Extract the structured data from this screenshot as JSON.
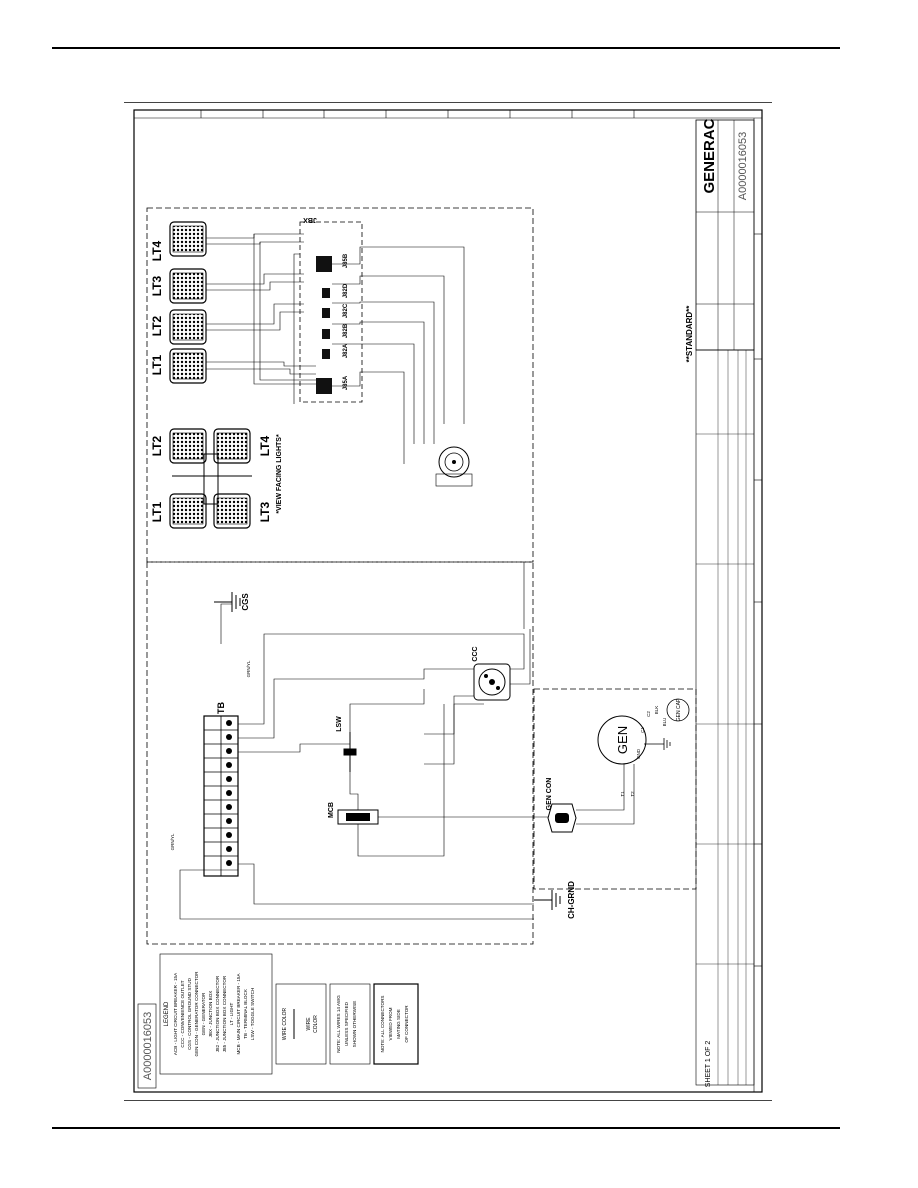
{
  "drawing_number": "A0000016053",
  "title_block": {
    "brand": "GENERAC",
    "standard_note": "**STANDARD**",
    "sheet": "SHEET 1 OF 2"
  },
  "lights": {
    "top_row": [
      "LT4",
      "LT3",
      "LT2",
      "LT1"
    ],
    "view_pair_left": [
      "LT2",
      "LT4"
    ],
    "view_pair_right": [
      "LT1",
      "LT3"
    ],
    "view_caption": "*VIEW FACING LIGHTS*"
  },
  "light_connectors": {
    "box_label": "JBX",
    "connectors": [
      "J85B",
      "J82D",
      "J82C",
      "J82B",
      "J82A",
      "J85A"
    ]
  },
  "components": {
    "terminal_block": "TB",
    "ccc": "CCC",
    "cgs": "CGS",
    "gen_con": "GEN CON",
    "mcb": "MCB",
    "generator": "GEN",
    "gen_cap": "GEN CAP",
    "chassis_ground": "CH-GRND",
    "light_switch": "LSW"
  },
  "legend": {
    "title": "LEGEND",
    "items": [
      "ACB - LIGHT CIRCUIT BREAKER - 15A",
      "CCC - CONVENIENCE OUTLET",
      "CGS - CONTROL GROUND STUD",
      "GEN CON - GENERATOR CONNECTOR",
      "GEN - GENERATOR",
      "JBX - JUNCTION BOX",
      "J82 - JUNCTION BOX CONNECTOR",
      "J85 - JUNCTION BOX CONNECTOR",
      "LT - LIGHT",
      "MCB - MAIN CIRCUIT BREAKER - 15A",
      "TB - TERMINAL BLOCK",
      "LSW - TOGGLE SWITCH"
    ]
  },
  "notes": {
    "wire_color_title": "WIRE COLOR",
    "wire_color_lines": [
      "WIRE",
      "COLOR"
    ],
    "note_wires_lines": [
      "NOTE: ALL WIRES 14 AWG",
      "UNLESS SPECIFIED",
      "SHOWN OTHERWISE"
    ],
    "note_connectors_lines": [
      "NOTE: ALL CONNECTORS",
      "VIEWED FROM",
      "MATING SIDE",
      "OF CONNECTOR"
    ]
  },
  "wire_labels": {
    "red": "RD",
    "blue": "BLU",
    "black": "BLK",
    "white": "WH",
    "green": "GRN/YL",
    "t1": "T1",
    "t2": "T2",
    "c1": "C1",
    "c2": "C2",
    "gnd": "GND"
  }
}
